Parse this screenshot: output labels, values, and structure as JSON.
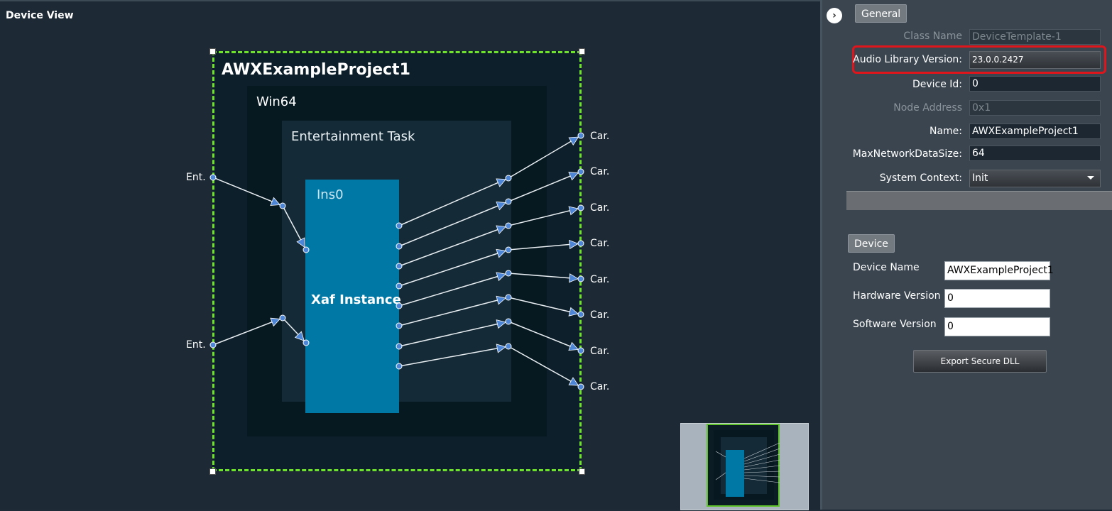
{
  "device_view": {
    "title": "Device View",
    "project_name": "AWXExampleProject1",
    "platform": "Win64",
    "task_name": "Entertainment Task",
    "instance_id": "Ins0",
    "instance_label": "Xaf Instance",
    "input_ports": [
      "Ent.",
      "Ent."
    ],
    "output_ports": [
      "Car.",
      "Car.",
      "Car.",
      "Car.",
      "Car.",
      "Car.",
      "Car.",
      "Car."
    ]
  },
  "properties": {
    "general_tab": "General",
    "class_name_label": "Class Name",
    "class_name_value": "DeviceTemplate-1",
    "audio_lib_label": "Audio Library Version:",
    "audio_lib_value": "23.0.0.2427",
    "device_id_label": "Device Id:",
    "device_id_value": "0",
    "node_address_label": "Node Address",
    "node_address_value": "0x1",
    "name_label": "Name:",
    "name_value": "AWXExampleProject1",
    "max_net_label": "MaxNetworkDataSize:",
    "max_net_value": "64",
    "sys_context_label": "System Context:",
    "sys_context_value": "Init"
  },
  "device_section": {
    "tab": "Device",
    "device_name_label": "Device Name",
    "device_name_value": "AWXExampleProject1",
    "hw_version_label": "Hardware Version",
    "hw_version_value": "0",
    "sw_version_label": "Software Version",
    "sw_version_value": "0",
    "export_button": "Export Secure DLL"
  },
  "colors": {
    "selection_border": "#6fe22d",
    "instance_fill": "#0078a6",
    "highlight_ring": "#e0141b",
    "port_fill": "#4d86d6"
  }
}
